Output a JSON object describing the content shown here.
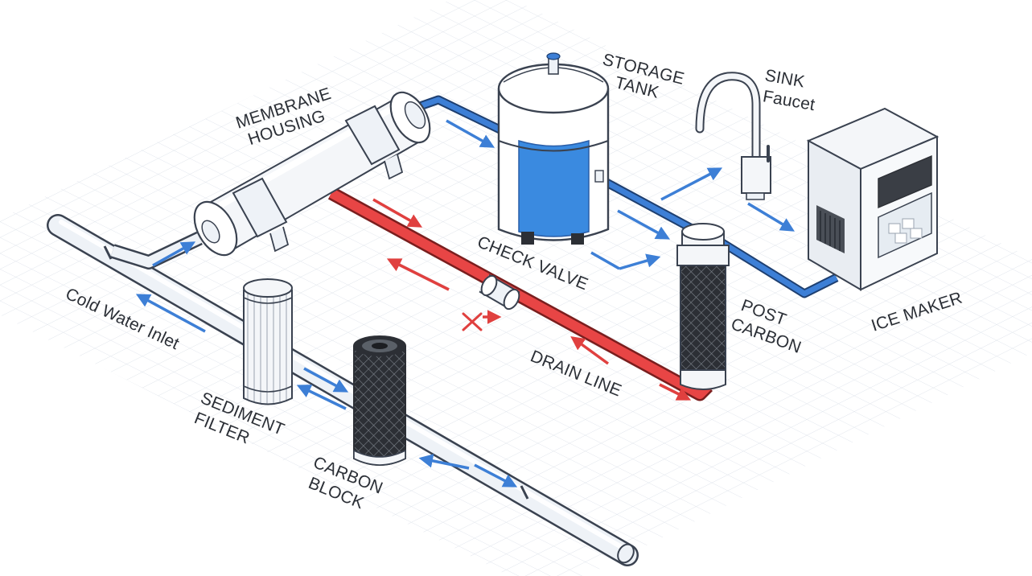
{
  "colors": {
    "background": "#ffffff",
    "grid": "#dde2ea",
    "pipe_fill": "#eef2f7",
    "pipe_outline": "#3a4250",
    "blue_line": "#3d7fd6",
    "water_blue": "#3a8ae0",
    "red_drain": "#e84545",
    "arrow_blue": "#3d7fd6",
    "arrow_red": "#e0403f",
    "carbon_dark": "#2c2f35",
    "label_text": "#2b2f36"
  },
  "labels": {
    "membrane": [
      "MEMBRANE",
      "HOUSING"
    ],
    "storage": [
      "STORAGE",
      "TANK"
    ],
    "sink": [
      "SINK",
      "Faucet"
    ],
    "cold_water": "Cold Water Inlet",
    "check_valve": "CHECK VALVE",
    "post_carbon": [
      "POST",
      "CARBON"
    ],
    "ice_maker": "ICE MAKER",
    "drain_line": "DRAIN LINE",
    "sediment": [
      "SEDIMENT",
      "FILTER"
    ],
    "carbon_block": [
      "CARBON",
      "BLOCK"
    ]
  },
  "icons": {
    "membrane_housing": "membrane-housing-icon",
    "storage_tank": "storage-tank-icon",
    "faucet": "faucet-icon",
    "ice_maker": "ice-maker-icon",
    "post_carbon": "post-carbon-filter-icon",
    "sediment_filter": "sediment-filter-icon",
    "carbon_block": "carbon-block-filter-icon",
    "check_valve": "check-valve-icon",
    "blocked_flow": "blocked-flow-x-icon"
  }
}
